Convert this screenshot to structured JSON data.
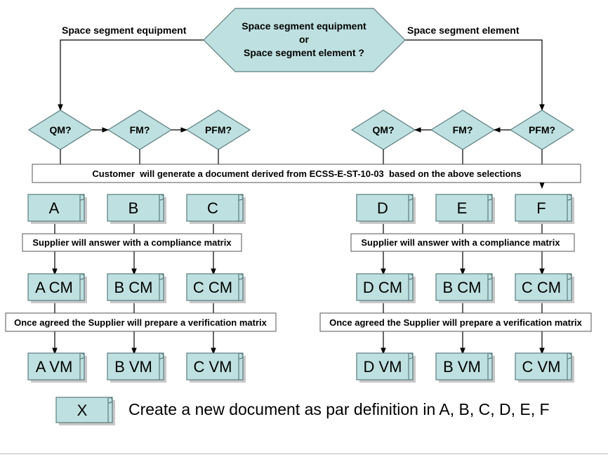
{
  "decision": {
    "line1": "Space segment equipment",
    "line2": "or",
    "line3": "Space segment element ?",
    "left_branch": "Space segment equipment",
    "right_branch": "Space segment element"
  },
  "left_models": [
    "QM?",
    "FM?",
    "PFM?"
  ],
  "right_models": [
    "QM?",
    "FM?",
    "PFM?"
  ],
  "customer_bar": "Customer  will generate a document derived from ECSS-E-ST-10-03  based on the above selections",
  "left": {
    "docs": [
      "A",
      "B",
      "C"
    ],
    "compliance_bar": "Supplier will answer with a compliance matrix",
    "cm": [
      "A CM",
      "B CM",
      "C CM"
    ],
    "verification_bar": "Once agreed the Supplier will prepare a verification matrix",
    "vm": [
      "A VM",
      "B VM",
      "C VM"
    ]
  },
  "right": {
    "docs": [
      "D",
      "E",
      "F"
    ],
    "compliance_bar": "Supplier will answer with a compliance matrix",
    "cm": [
      "D CM",
      "B CM",
      "C CM"
    ],
    "verification_bar": "Once agreed the Supplier will prepare a verification matrix",
    "vm": [
      "D VM",
      "B VM",
      "C VM"
    ]
  },
  "legend": {
    "symbol": "X",
    "text": "Create a new document as par definition in A, B, C, D, E, F"
  },
  "colors": {
    "fill": "#bfe0e0",
    "stroke": "#5a7d7f",
    "line": "#000000"
  }
}
